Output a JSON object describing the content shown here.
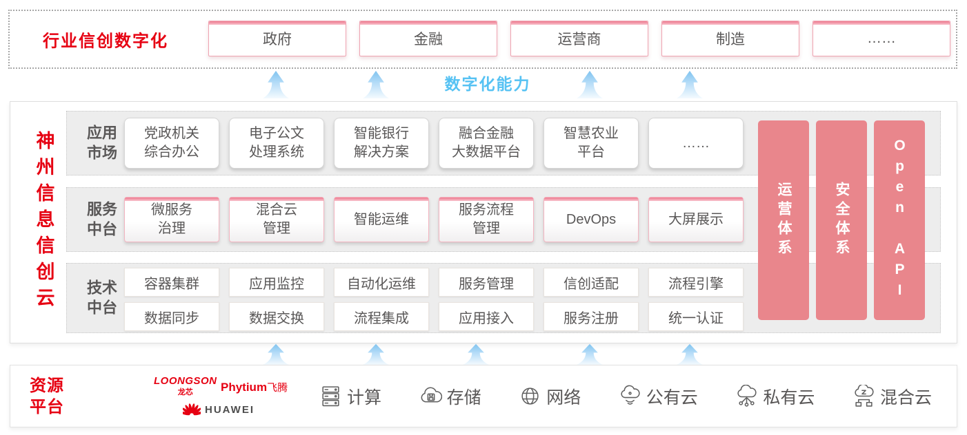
{
  "top_banner": {
    "label": "行业信创数字化",
    "sectors": [
      "政府",
      "金融",
      "运营商",
      "制造",
      "……"
    ]
  },
  "capability_label": "数字化能力",
  "main_platform": {
    "vertical_title": "神州信息信创云",
    "rows": [
      {
        "label_line1": "应用",
        "label_line2": "市场",
        "items": [
          [
            "党政机关",
            "综合办公"
          ],
          [
            "电子公文",
            "处理系统"
          ],
          [
            "智能银行",
            "解决方案"
          ],
          [
            "融合金融",
            "大数据平台"
          ],
          [
            "智慧农业",
            "平台"
          ],
          [
            "……"
          ]
        ]
      },
      {
        "label_line1": "服务",
        "label_line2": "中台",
        "items": [
          [
            "微服务",
            "治理"
          ],
          [
            "混合云",
            "管理"
          ],
          [
            "智能运维"
          ],
          [
            "服务流程",
            "管理"
          ],
          [
            "DevOps"
          ],
          [
            "大屏展示"
          ]
        ]
      },
      {
        "label_line1": "技术",
        "label_line2": "中台",
        "items_row1": [
          "容器集群",
          "应用监控",
          "自动化运维",
          "服务管理",
          "信创适配",
          "流程引擎"
        ],
        "items_row2": [
          "数据同步",
          "数据交换",
          "流程集成",
          "应用接入",
          "服务注册",
          "统一认证"
        ]
      }
    ],
    "side_bars": [
      "运营体系",
      "安全体系",
      "Open API"
    ]
  },
  "resource_platform": {
    "label_line1": "资源",
    "label_line2": "平台",
    "vendors": {
      "loongson": "LOONGSON",
      "loongson_cn": "龙芯",
      "phytium": "Phytium",
      "phytium_cn": "飞腾",
      "huawei": "HUAWEI"
    },
    "resources": [
      {
        "icon": "server-icon",
        "label": "计算"
      },
      {
        "icon": "storage-cloud-icon",
        "label": "存储"
      },
      {
        "icon": "network-globe-icon",
        "label": "网络"
      },
      {
        "icon": "public-cloud-icon",
        "label": "公有云"
      },
      {
        "icon": "private-cloud-icon",
        "label": "私有云"
      },
      {
        "icon": "hybrid-cloud-icon",
        "label": "混合云"
      }
    ]
  },
  "colors": {
    "brand_red": "#e60012",
    "bar_pink": "#e9868c",
    "capability_blue": "#56c2f3",
    "text_gray": "#595757",
    "border_pink": "#efa3b1"
  }
}
